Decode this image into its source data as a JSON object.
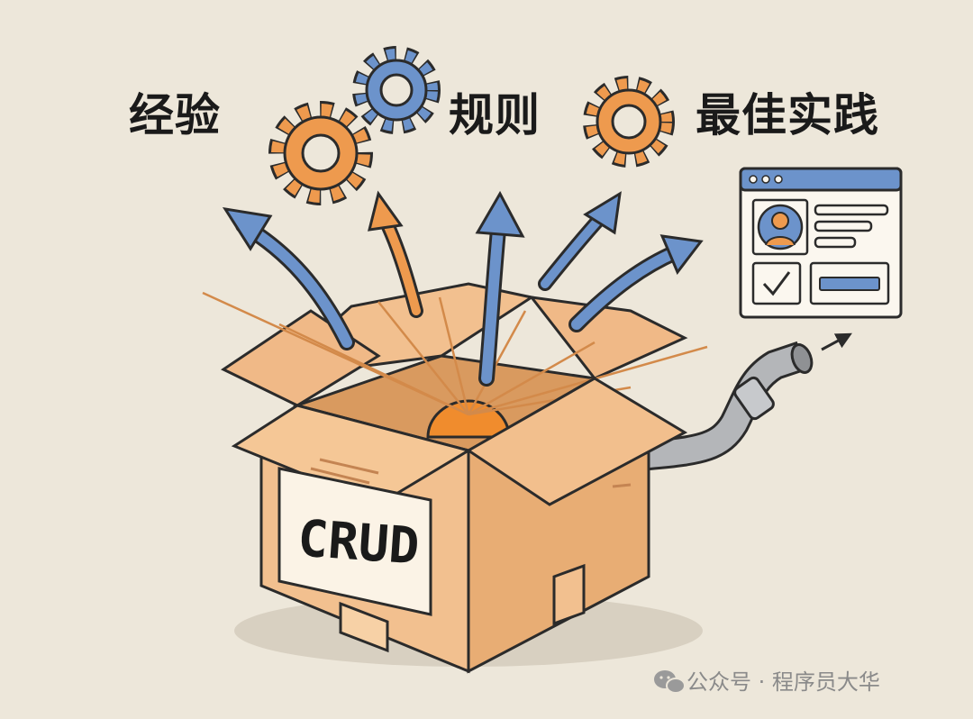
{
  "labels": {
    "experience": "经验",
    "rules": "规则",
    "best_practice": "最佳实践"
  },
  "box": {
    "tag": "CRUD"
  },
  "watermark": {
    "text": "公众号 · 程序员大华",
    "icon": "wechat-icon"
  },
  "icons": [
    "gear-icon",
    "arrow-icon",
    "ui-window-icon",
    "user-avatar-icon",
    "checkbox-icon",
    "pipe-icon",
    "box-icon"
  ],
  "colors": {
    "background": "#ede7da",
    "box": "#f2c08f",
    "box_shade": "#e4a873",
    "gear_orange": "#ee9a4e",
    "gear_blue": "#6c93cb",
    "arrow_blue": "#6c93cb",
    "arrow_orange": "#ee9a4e",
    "glow": "#f08c2d",
    "outline": "#2b2b2b"
  }
}
